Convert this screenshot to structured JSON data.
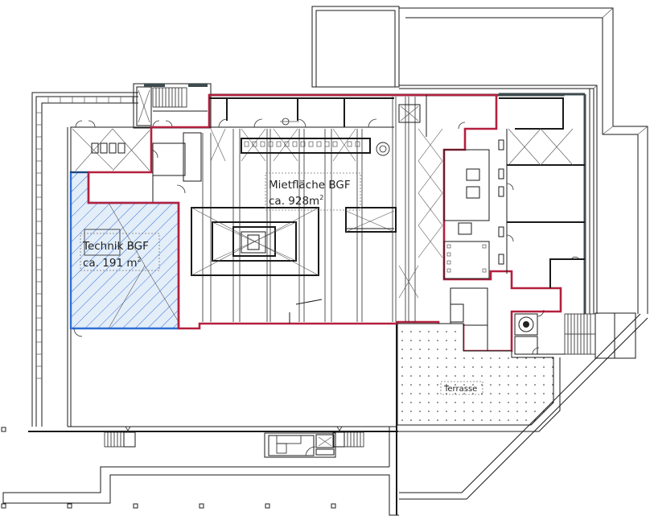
{
  "plan": {
    "type": "floor-plan",
    "colors": {
      "rental_outline": "#b4203f",
      "technik_outline": "#2f6fd6",
      "technik_hatch": "#2f6fd6",
      "walls": "#1a1a1a",
      "facade_dark": "#3d4a4e"
    },
    "areas": [
      {
        "id": "technik",
        "name": "Technik BGF",
        "size": "ca. 191 m²",
        "outline_color": "#2f6fd6",
        "pattern": "diagonal-hatch"
      },
      {
        "id": "mietflaeche",
        "name": "Mietfläche BGF",
        "size": "ca. 928m²",
        "outline_color": "#b4203f",
        "pattern": "none"
      },
      {
        "id": "terrasse",
        "name": "Terrasse",
        "size": "",
        "outline_color": "#1a1a1a",
        "pattern": "dots"
      }
    ],
    "labels": {
      "technik_line1": "Technik BGF",
      "technik_line2": "ca. 191 m",
      "technik_sup": "2",
      "miet_line1": "Mietfläche BGF",
      "miet_line2": "ca. 928m",
      "miet_sup": "2",
      "terrasse": "Terrasse"
    },
    "symbols": {
      "level_markers": [
        "level-triangle-icon",
        "level-triangle-icon"
      ],
      "stairs": [
        "stair-north-west",
        "stair-east",
        "stair-south-left",
        "stair-south-core",
        "stair-south-right"
      ],
      "elevators": [
        "elevator-north",
        "elevator-south"
      ]
    }
  }
}
